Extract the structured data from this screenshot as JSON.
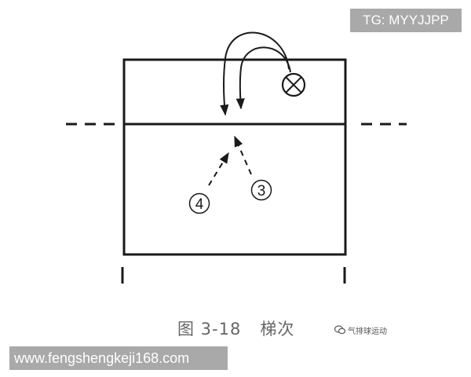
{
  "watermark_top": "TG: MYYJJPP",
  "watermark_bottom": "www.fengshengkeji168.com",
  "figure": {
    "number": "图 3-18",
    "title": "梯次"
  },
  "source_mark": "气排球运动",
  "players": [
    {
      "id": "3",
      "label": "3"
    },
    {
      "id": "4",
      "label": "4"
    }
  ],
  "colors": {
    "line": "#1a1a1a",
    "banner": "#a9a9a9",
    "caption": "#666666"
  }
}
